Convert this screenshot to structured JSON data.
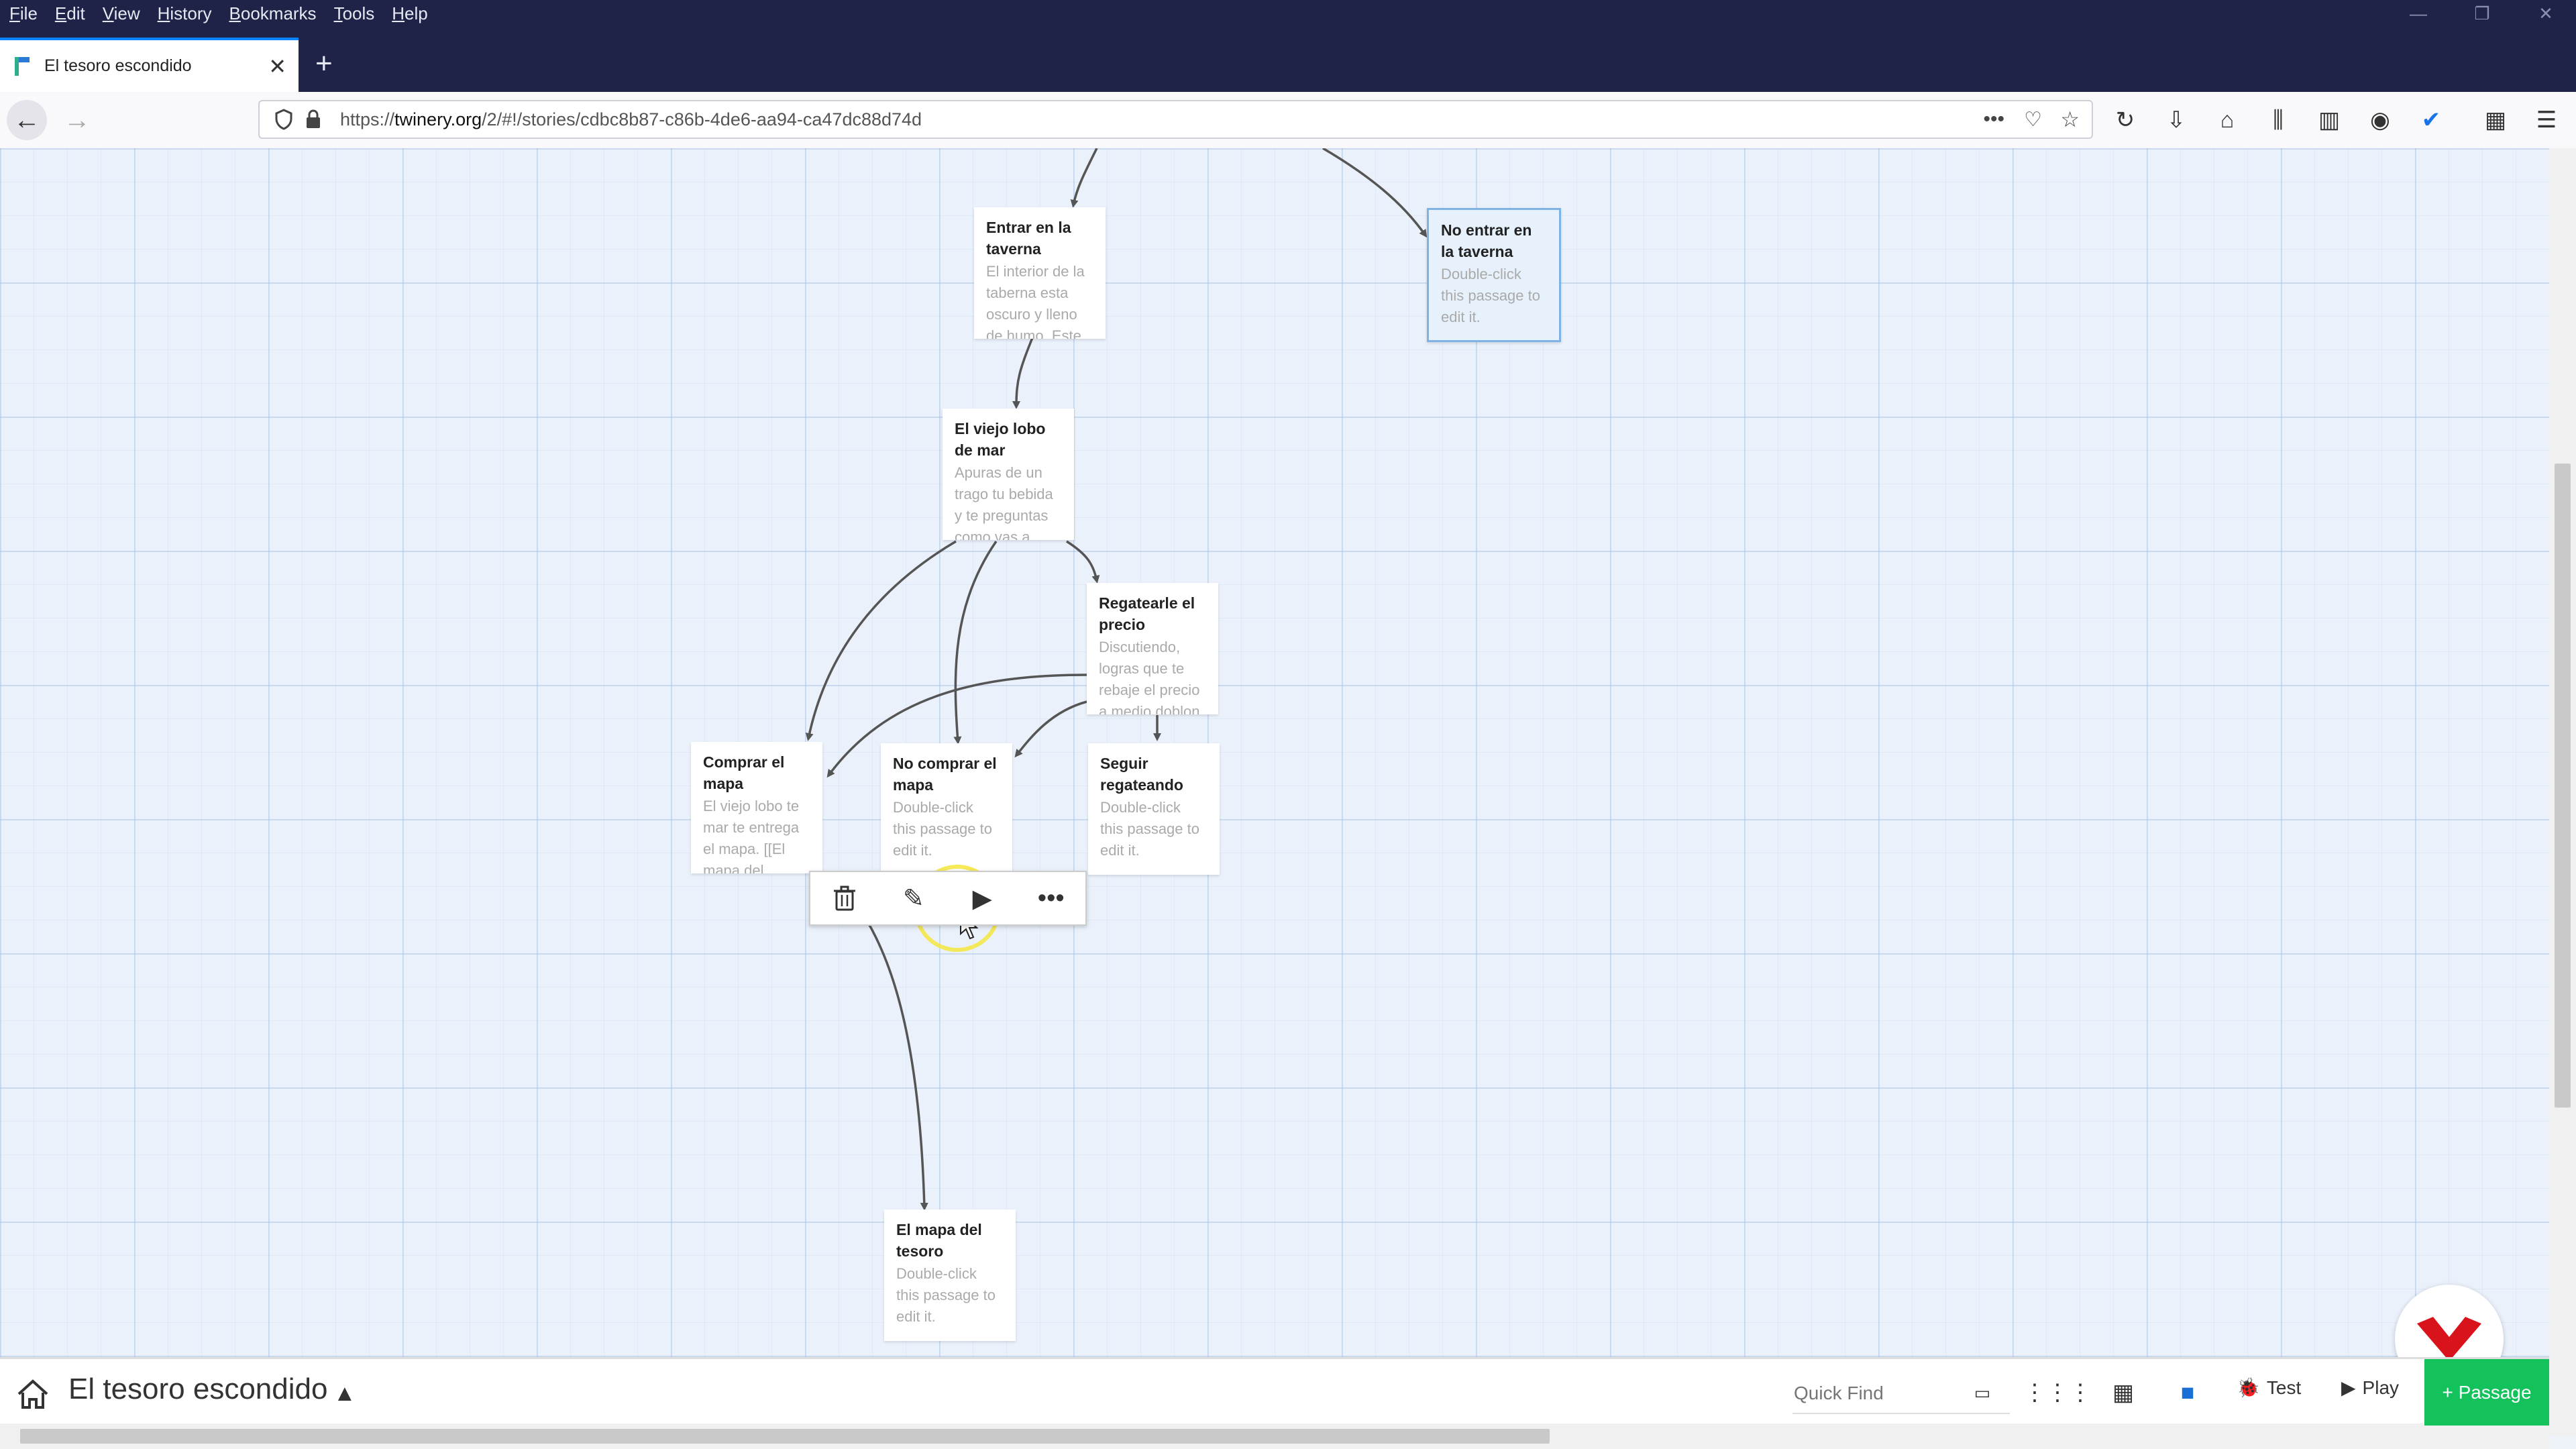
{
  "menu": [
    "File",
    "Edit",
    "View",
    "History",
    "Bookmarks",
    "Tools",
    "Help"
  ],
  "tab": {
    "title": "El tesoro escondido",
    "close": "✕",
    "new_tab": "+"
  },
  "address": {
    "url_prefix": "https://",
    "url_domain": "twinery.org",
    "url_path": "/2/#!/stories/cdbc8b87-c86b-4de6-aa94-ca47dc88d74d"
  },
  "passages": [
    {
      "title": "Entrar en la taverna",
      "excerpt": "El interior de la taberna esta oscuro y lleno de humo. Este"
    },
    {
      "title": "No entrar en la taverna",
      "excerpt": "Double-click this passage to edit it."
    },
    {
      "title": "El viejo lobo de mar",
      "excerpt": "Apuras de un trago tu bebida y te preguntas como vas a"
    },
    {
      "title": "Regatearle el precio",
      "excerpt": "Discutiendo, logras que te rebaje el precio a medio doblon"
    },
    {
      "title": "Comprar el mapa",
      "excerpt": "El viejo lobo te mar te entrega el mapa. [[El mapa del"
    },
    {
      "title": "No comprar el mapa",
      "excerpt": "Double-click this passage to edit it."
    },
    {
      "title": "Seguir regateando",
      "excerpt": "Double-click this passage to edit it."
    },
    {
      "title": "El mapa del tesoro",
      "excerpt": "Double-click this passage to edit it."
    }
  ],
  "story": {
    "title": "El tesoro escondido"
  },
  "toolbar": {
    "quick_find_placeholder": "Quick Find",
    "test_label": "Test",
    "play_label": "Play",
    "passage_label": "+ Passage"
  },
  "colors": {
    "accent": "#14c25c",
    "selected_border": "#7fb2e5",
    "chrome": "#1f2347"
  }
}
